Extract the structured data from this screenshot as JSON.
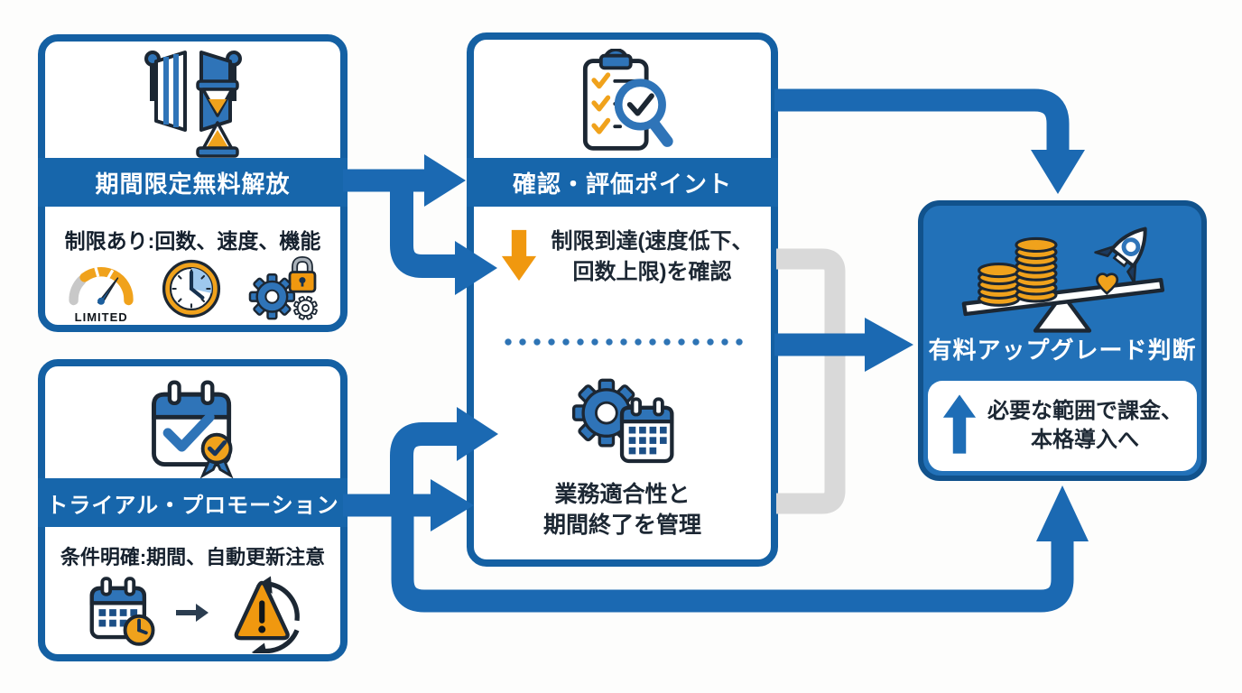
{
  "colors": {
    "blue": "#1b69b2",
    "blue_dark": "#1460a3",
    "banner_blue": "#1766ab",
    "box_blue": "#2271b8",
    "orange": "#f0980f",
    "gray_line": "#d9d9d9",
    "ink": "#1c2733"
  },
  "boxes": {
    "free_release": {
      "title": "期間限定無料解放",
      "subtitle": "制限あり:回数、速度、機能",
      "gauge_label": "LIMITED"
    },
    "trial_promo": {
      "title": "トライアル・プロモーション",
      "subtitle": "条件明確:期間、自動更新注意"
    },
    "evaluation": {
      "title": "確認・評価ポイント",
      "point1_line1": "制限到達(速度低下、",
      "point1_line2": "回数上限)を確認",
      "point2_line1": "業務適合性と",
      "point2_line2": "期間終了を管理"
    },
    "upgrade": {
      "title": "有料アップグレード判断",
      "note_line1": "必要な範囲で課金、",
      "note_line2": "本格導入へ"
    }
  },
  "icons": {
    "gates-hourglass-icon": "open gates with hourglass",
    "speed-gauge-icon": "speedometer marked LIMITED",
    "clock-icon": "clock",
    "gears-lock-icon": "gears with padlock",
    "calendar-check-award-icon": "calendar with checkmark and award ribbon",
    "checklist-magnifier-icon": "clipboard checklist with magnifying glass",
    "down-arrow-icon": "orange down arrow",
    "gear-calendar-icon": "gear with calendar",
    "calendar-deadline-icon": "calendar with clock",
    "small-arrow-icon": "right arrow",
    "warning-renewal-icon": "warning triangle with renewal arrows",
    "coins-rocket-balance-icon": "coins and rocket on balance",
    "up-arrow-icon": "blue up arrow"
  }
}
